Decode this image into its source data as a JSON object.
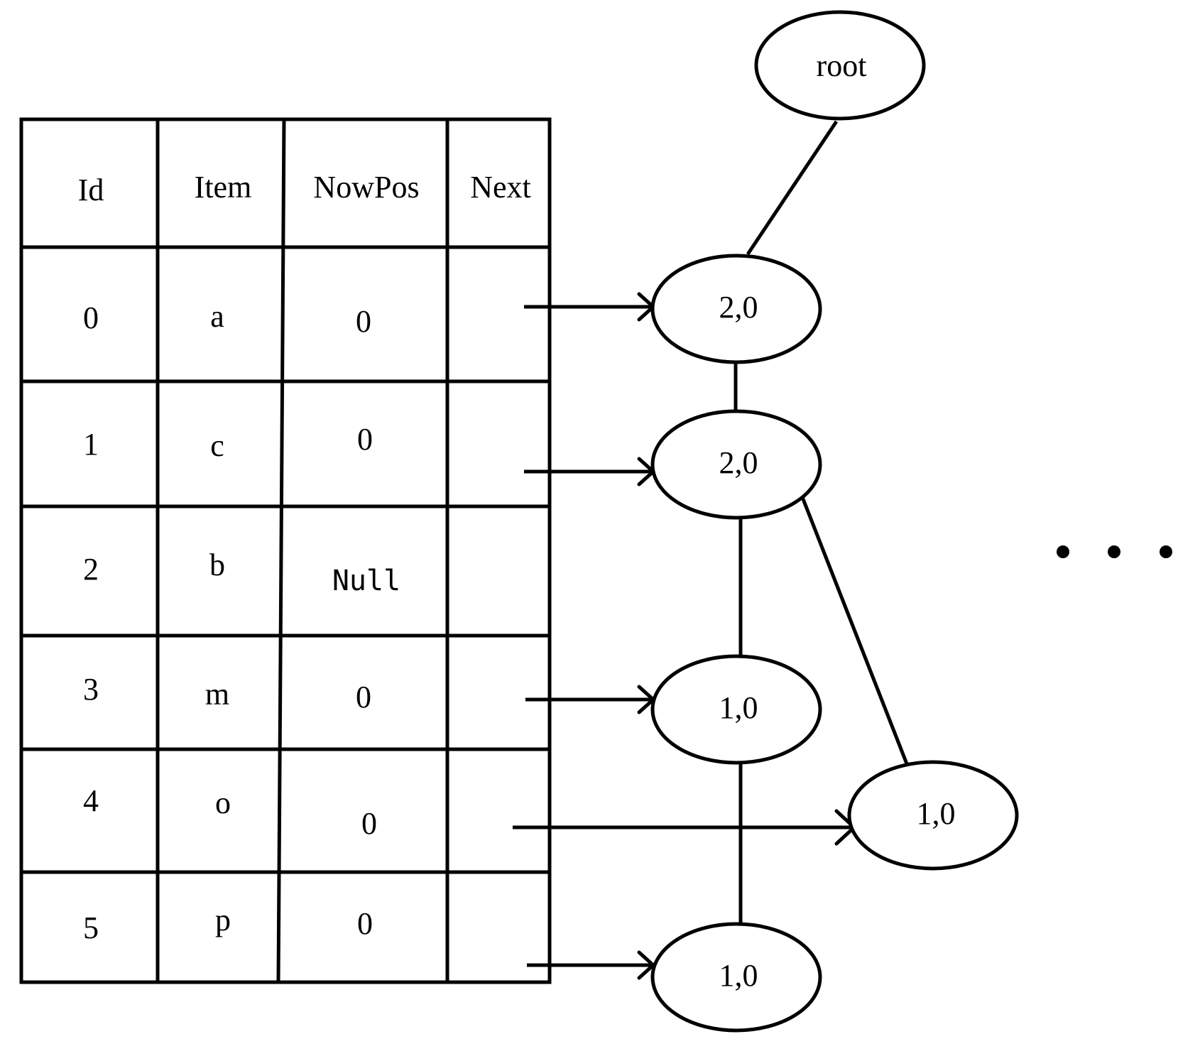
{
  "table": {
    "headers": [
      "Id",
      "Item",
      "NowPos",
      "Next"
    ],
    "rows": [
      {
        "id": "0",
        "item": "a",
        "nowpos": "0"
      },
      {
        "id": "1",
        "item": "c",
        "nowpos": "0"
      },
      {
        "id": "2",
        "item": "b",
        "nowpos": "Null"
      },
      {
        "id": "3",
        "item": "m",
        "nowpos": "0"
      },
      {
        "id": "4",
        "item": "o",
        "nowpos": "0"
      },
      {
        "id": "5",
        "item": "p",
        "nowpos": "0"
      }
    ]
  },
  "tree": {
    "root_label": "root",
    "nodes": [
      {
        "key": "n1",
        "label": "2,0"
      },
      {
        "key": "n2",
        "label": "2,0"
      },
      {
        "key": "n3",
        "label": "1,0"
      },
      {
        "key": "n4",
        "label": "1,0"
      },
      {
        "key": "n5",
        "label": "1,0"
      }
    ],
    "edges": [
      {
        "from": "root",
        "to": "n1"
      },
      {
        "from": "n1",
        "to": "n2"
      },
      {
        "from": "n2",
        "to": "n3"
      },
      {
        "from": "n2",
        "to": "n4"
      },
      {
        "from": "n3",
        "to": "n5"
      }
    ],
    "links": [
      {
        "row": "0",
        "to": "n1"
      },
      {
        "row": "1",
        "to": "n2"
      },
      {
        "row": "3",
        "to": "n3"
      },
      {
        "row": "4",
        "to": "n4"
      },
      {
        "row": "5",
        "to": "n5"
      }
    ]
  },
  "ellipsis": "..."
}
